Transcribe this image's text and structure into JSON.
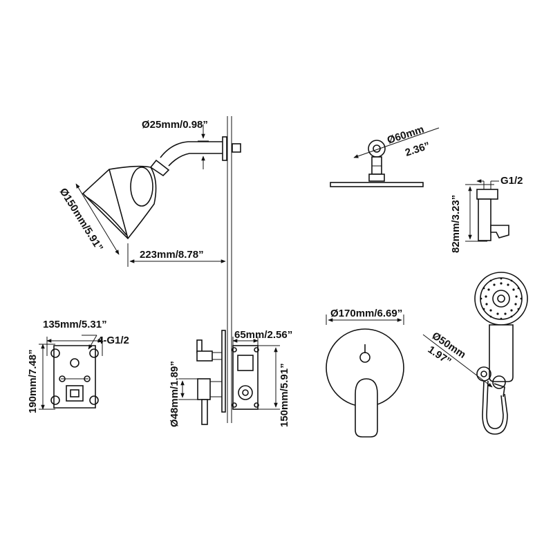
{
  "labels": {
    "arm_diameter": "Ø25mm/0.98”",
    "head_diameter": "Ø150mm/5.91”",
    "arm_length": "223mm/8.78”",
    "flange_diameter": "Ø60mm",
    "flange_diameter_in": "2.36”",
    "connector_thread": "G1/2",
    "holder_height": "82mm/3.23”",
    "box_width": "135mm/5.31”",
    "box_thread": "4-G1/2",
    "box_height": "190mm/7.48”",
    "handle_diameter": "Ø48mm/1.89”",
    "box_depth": "65mm/2.56”",
    "valve_height": "150mm/5.91”",
    "plate_diameter": "Ø170mm/6.69”",
    "handshower_diameter": "Ø50mm",
    "handshower_diameter_in": "1.97”"
  }
}
